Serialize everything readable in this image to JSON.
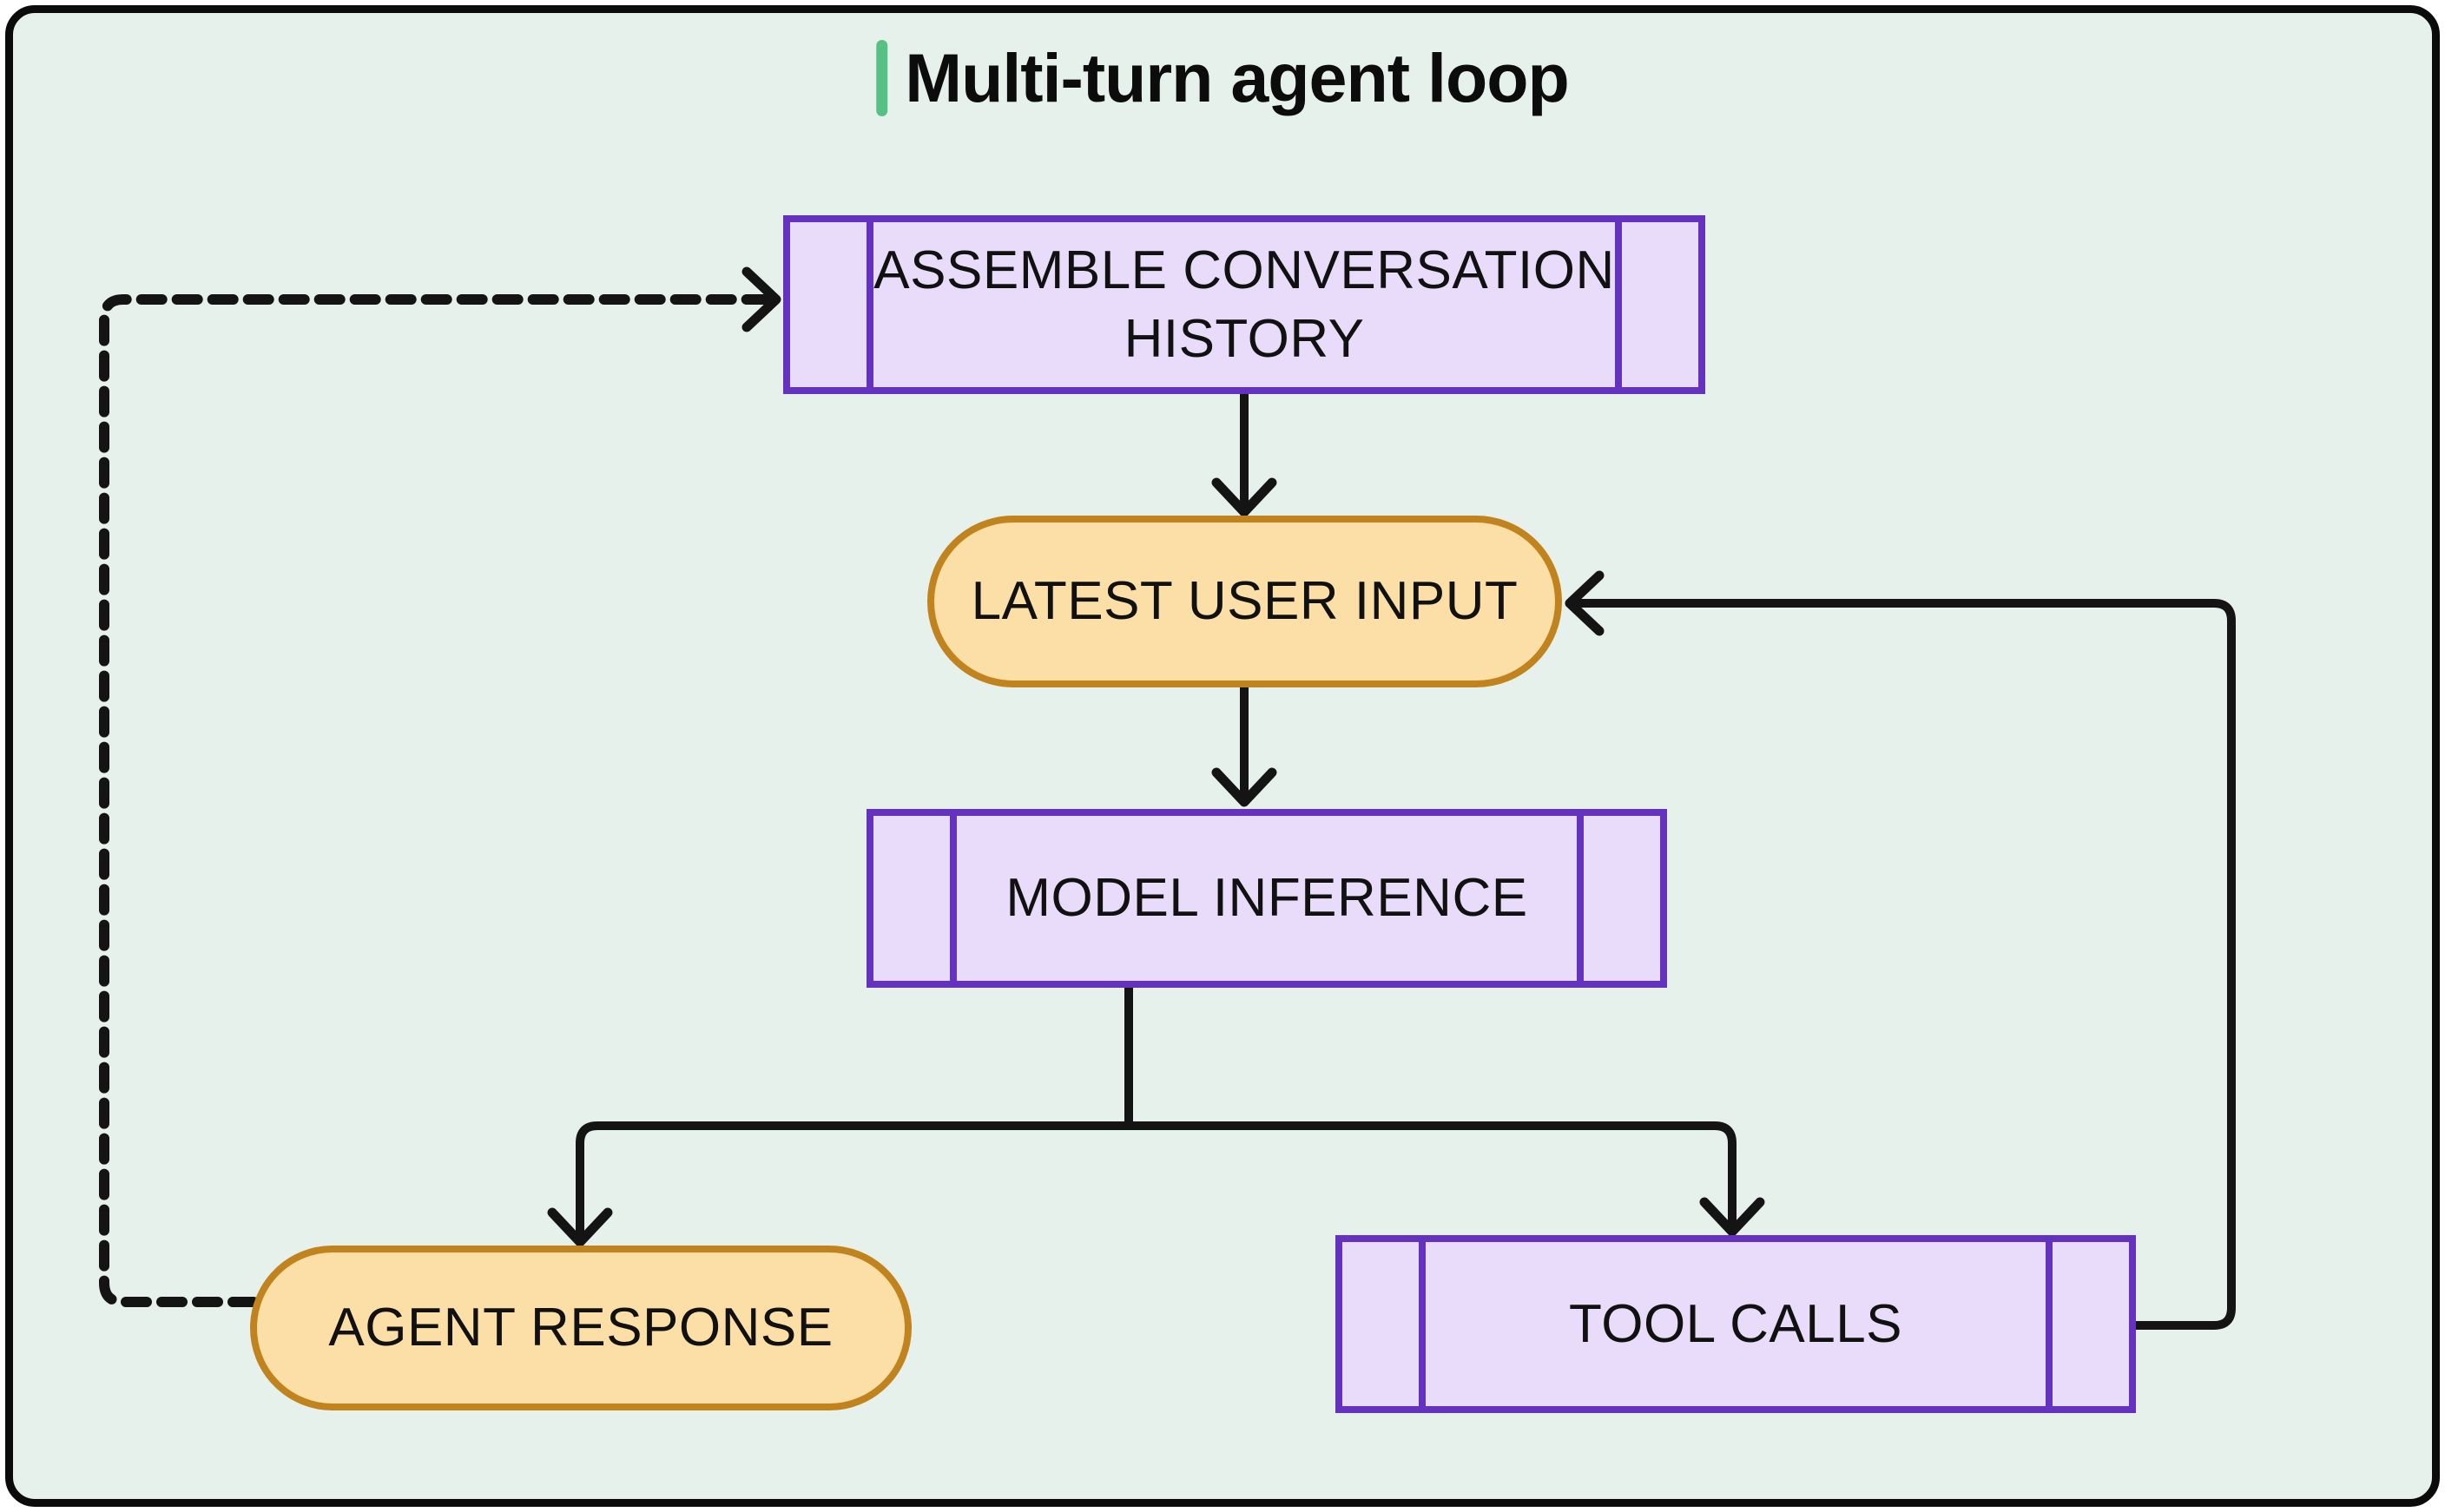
{
  "title": "Multi-turn agent loop",
  "colors": {
    "page_background": "#ffffff",
    "canvas_background": "#e7f1ec",
    "canvas_border": "#0b0b0b",
    "title_accent_green": "#57c083",
    "purple_node_fill": "#e8dcfa",
    "purple_node_border": "#6532bf",
    "orange_node_fill": "#fcdfa6",
    "orange_node_border": "#c1831d",
    "connector": "#141414",
    "label_text": "#111111"
  },
  "nodes": [
    {
      "id": "assemble-history",
      "label": "ASSEMBLE CONVERSATION\nHISTORY",
      "shape": "subroutine"
    },
    {
      "id": "latest-user-input",
      "label": "LATEST USER INPUT",
      "shape": "pill"
    },
    {
      "id": "model-inference",
      "label": "MODEL INFERENCE",
      "shape": "subroutine"
    },
    {
      "id": "agent-response",
      "label": "AGENT RESPONSE",
      "shape": "pill"
    },
    {
      "id": "tool-calls",
      "label": "TOOL CALLS",
      "shape": "subroutine"
    }
  ],
  "edges": [
    {
      "from": "assemble-history",
      "to": "latest-user-input",
      "style": "solid",
      "arrowhead": "open-chevron"
    },
    {
      "from": "latest-user-input",
      "to": "model-inference",
      "style": "solid",
      "arrowhead": "open-chevron"
    },
    {
      "from": "model-inference",
      "to": "agent-response",
      "style": "solid",
      "arrowhead": "open-chevron"
    },
    {
      "from": "model-inference",
      "to": "tool-calls",
      "style": "solid",
      "arrowhead": "open-chevron"
    },
    {
      "from": "tool-calls",
      "to": "latest-user-input",
      "style": "solid",
      "arrowhead": "open-chevron"
    },
    {
      "from": "agent-response",
      "to": "assemble-history",
      "style": "dashed",
      "arrowhead": "open-chevron"
    }
  ]
}
